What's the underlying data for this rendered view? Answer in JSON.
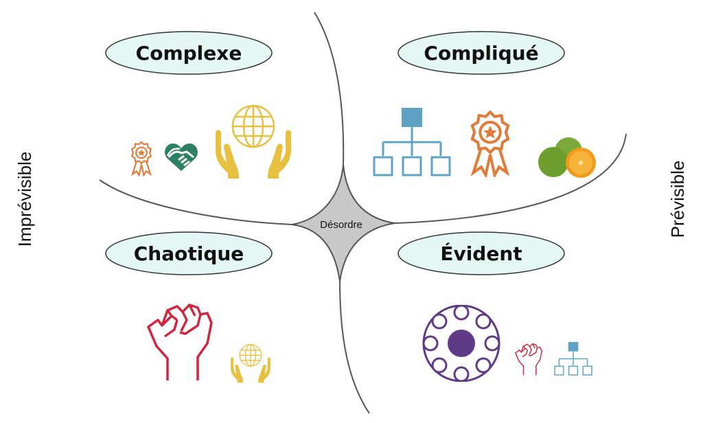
{
  "domains": {
    "complex": {
      "label": "Complexe"
    },
    "complicated": {
      "label": "Compliqué"
    },
    "chaotic": {
      "label": "Chaotique"
    },
    "obvious": {
      "label": "Évident"
    },
    "disorder": {
      "label": "Désordre"
    }
  },
  "axes": {
    "left": "Imprévisible",
    "right": "Prévisible"
  },
  "colors": {
    "ellipse_fill": "#e4f7f5",
    "award": "#e07b39",
    "handshake": "#2e8063",
    "hands_globe": "#e8c040",
    "hierarchy": "#5fa3c4",
    "fist": "#d0263f",
    "network": "#5e3a87",
    "disorder_fill": "#c8c8c8"
  }
}
